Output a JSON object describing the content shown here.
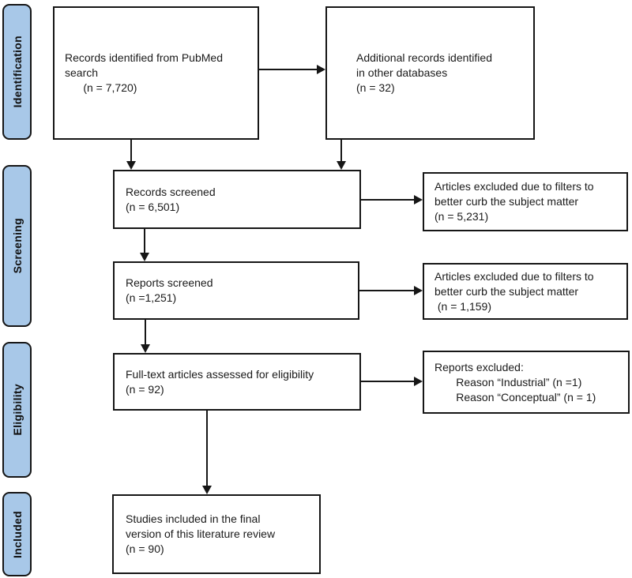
{
  "colors": {
    "stage_fill": "#a8c8e8",
    "stage_border": "#161616",
    "box_border": "#161616",
    "arrow": "#161616",
    "background": "#ffffff",
    "text": "#1a1a1a"
  },
  "sidebar": {
    "stages": [
      {
        "label": "Identification"
      },
      {
        "label": "Screening"
      },
      {
        "label": "Eligibility"
      },
      {
        "label": "Included"
      }
    ]
  },
  "boxes": {
    "records_identified": {
      "lines": [
        "Records identified from PubMed",
        "search",
        "      (n = 7,720)"
      ]
    },
    "additional_records": {
      "lines": [
        "Additional records identified",
        "in other databases",
        "(n = 32)"
      ]
    },
    "records_screened": {
      "lines": [
        "Records screened",
        "(n = 6,501)"
      ]
    },
    "articles_excluded_1": {
      "lines": [
        "Articles excluded due to filters to",
        "better curb the subject matter",
        "(n = 5,231)"
      ]
    },
    "reports_screened": {
      "lines": [
        "Reports screened",
        "(n =1,251)"
      ]
    },
    "articles_excluded_2": {
      "lines": [
        "Articles excluded due to filters to",
        "better curb the subject matter",
        " (n = 1,159)"
      ]
    },
    "fulltext_assessed": {
      "lines": [
        "Full-text articles assessed for eligibility",
        "(n = 92)"
      ]
    },
    "reports_excluded": {
      "lines": [
        "Reports excluded:",
        "       Reason “Industrial” (n =1)",
        "       Reason “Conceptual” (n = 1)"
      ]
    },
    "studies_included": {
      "lines": [
        "Studies included in the final",
        "version of this literature review",
        "(n = 90)"
      ]
    }
  }
}
